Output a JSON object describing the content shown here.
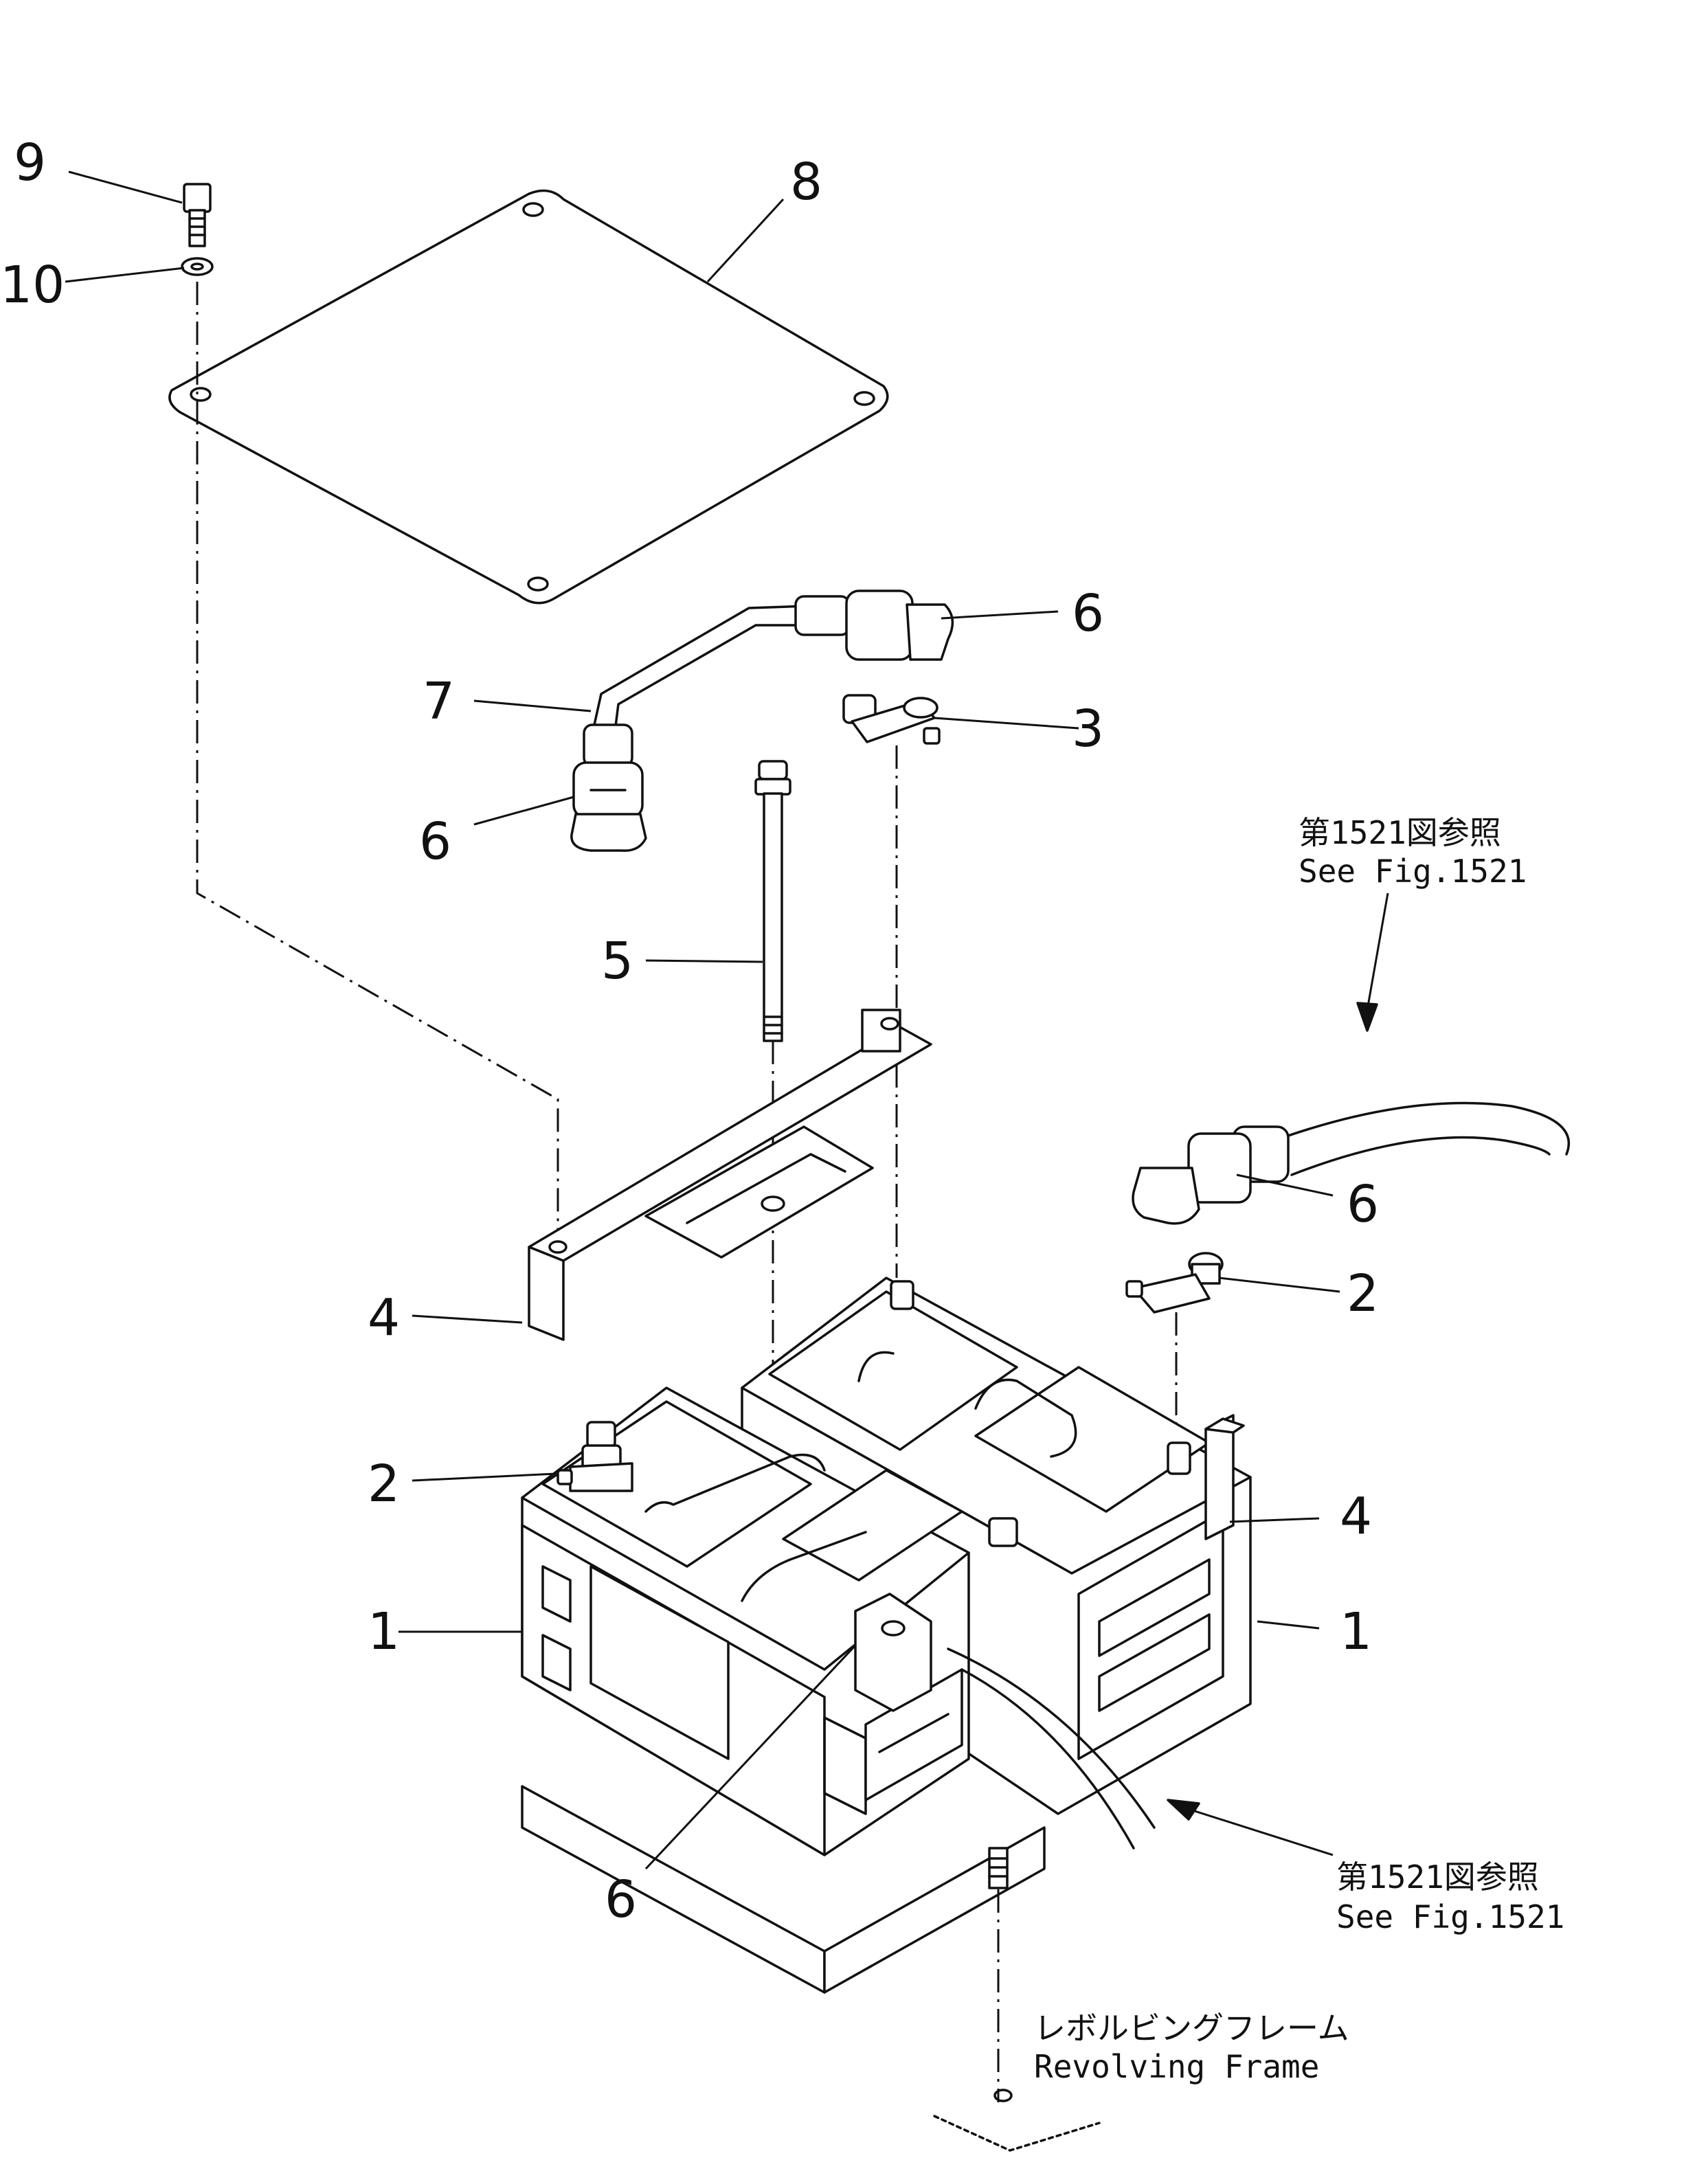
{
  "labels": {
    "p1_left": "1",
    "p1_right": "1",
    "p2_left": "2",
    "p2_right": "2",
    "p3": "3",
    "p4_left": "4",
    "p4_right": "4",
    "p5": "5",
    "p6_upper": "6",
    "p6_left": "6",
    "p6_right": "6",
    "p6_bottom": "6",
    "p7": "7",
    "p8": "8",
    "p9": "9",
    "p10": "10"
  },
  "notes": {
    "ref_upper_jp": "第1521図参照",
    "ref_upper_en": "See Fig.1521",
    "ref_lower_jp": "第1521図参照",
    "ref_lower_en": "See Fig.1521",
    "frame_jp": "レボルビングフレーム",
    "frame_en": "Revolving Frame"
  }
}
